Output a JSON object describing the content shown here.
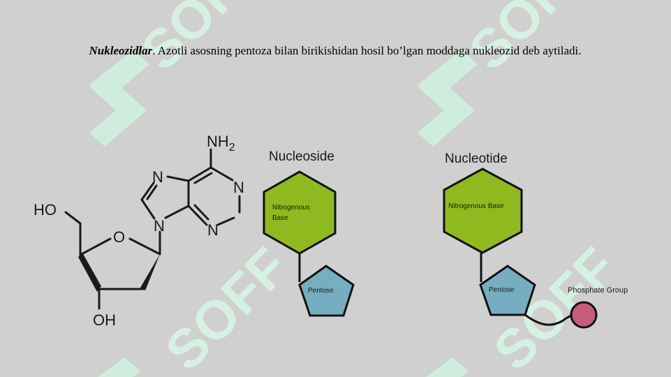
{
  "caption": {
    "term": "Nukleozidlar",
    "text": ". Azotli asosning pentoza bilan birikishidan hosil bo’lgan moddaga nukleozid deb aytiladi."
  },
  "watermark": {
    "text": "SOFF"
  },
  "molecule": {
    "labels": {
      "ho": "HO",
      "o": "O",
      "oh": "OH",
      "n1": "N",
      "n2": "N",
      "n3": "N",
      "n4": "N",
      "nh2_main": "NH",
      "nh2_sub": "2"
    }
  },
  "nucleoside": {
    "title": "Nucleoside",
    "base_label_1": "Nitrogenous",
    "base_label_2": "Base",
    "pentose_label": "Pentose"
  },
  "nucleotide": {
    "title": "Nucleotide",
    "base_label": "Nitrogenous Base",
    "pentose_label": "Pentose",
    "phosphate_label": "Phosphate Group"
  },
  "colors": {
    "background": "#d0d0d0",
    "base_fill": "#8fba1f",
    "pentose_fill": "#76adc0",
    "phosphate_fill": "#c45e7a",
    "watermark": "#d6f3e3"
  }
}
